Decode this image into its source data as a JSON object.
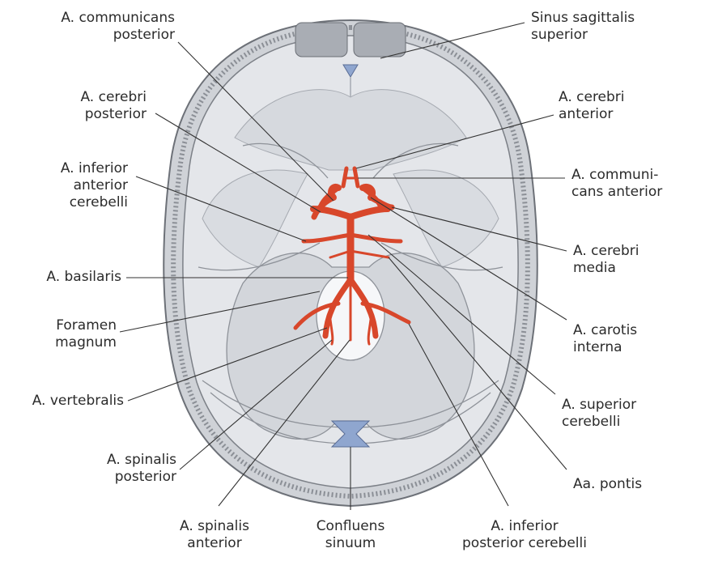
{
  "labels": {
    "a_comm_post": [
      "A. communicans",
      "posterior"
    ],
    "a_cer_post": [
      "A. cerebri",
      "posterior"
    ],
    "a_inf_ant_cer": [
      "A. inferior",
      "anterior",
      "cerebelli"
    ],
    "a_basilaris": [
      "A. basilaris"
    ],
    "foramen": [
      "Foramen",
      "magnum"
    ],
    "a_vertebralis": [
      "A. vertebralis"
    ],
    "a_spin_post": [
      "A. spinalis",
      "posterior"
    ],
    "a_spin_ant": [
      "A. spinalis",
      "anterior"
    ],
    "confluens": [
      "Confluens",
      "sinuum"
    ],
    "a_inf_post_cer": [
      "A. inferior",
      "posterior cerebelli"
    ],
    "sinus_sag": [
      "Sinus sagittalis",
      "superior"
    ],
    "a_cer_ant": [
      "A. cerebri",
      "anterior"
    ],
    "a_comm_ant": [
      "A. communi-",
      "cans anterior"
    ],
    "a_cer_med": [
      "A. cerebri",
      "media"
    ],
    "a_carotis": [
      "A. carotis",
      "interna"
    ],
    "a_sup_cer": [
      "A. superior",
      "cerebelli"
    ],
    "aa_pontis": [
      "Aa. pontis"
    ]
  },
  "colors": {
    "artery": "#d8472b",
    "artery_dark": "#a8301c",
    "bone": "#c9ccd1",
    "fossa": "#dde0e5",
    "sinus_blue": "#8fa6cf",
    "leader": "#333333"
  }
}
